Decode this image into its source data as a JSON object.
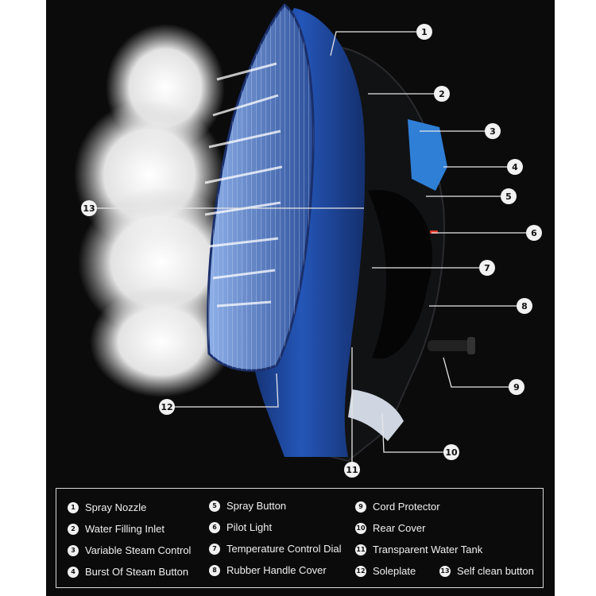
{
  "callouts": [
    {
      "num": "1",
      "label": "Spray Nozzle"
    },
    {
      "num": "2",
      "label": "Water Filling Inlet"
    },
    {
      "num": "3",
      "label": "Variable Steam Control"
    },
    {
      "num": "4",
      "label": "Burst Of Steam Button"
    },
    {
      "num": "5",
      "label": "Spray Button"
    },
    {
      "num": "6",
      "label": "Pilot Light"
    },
    {
      "num": "7",
      "label": "Temperature Control Dial"
    },
    {
      "num": "8",
      "label": "Rubber Handle Cover"
    },
    {
      "num": "9",
      "label": "Cord Protector"
    },
    {
      "num": "10",
      "label": "Rear Cover"
    },
    {
      "num": "11",
      "label": "Transparent Water Tank"
    },
    {
      "num": "12",
      "label": "Soleplate"
    },
    {
      "num": "13",
      "label": "Self clean button"
    }
  ],
  "colors": {
    "background": "#0b0b0c",
    "iron_blue": "#1f4fa8",
    "iron_dark_blue": "#15306e",
    "accent_light_blue": "#2f7fd6",
    "steam": "#f4f4f4",
    "pilot_light": "#e23b2e"
  }
}
